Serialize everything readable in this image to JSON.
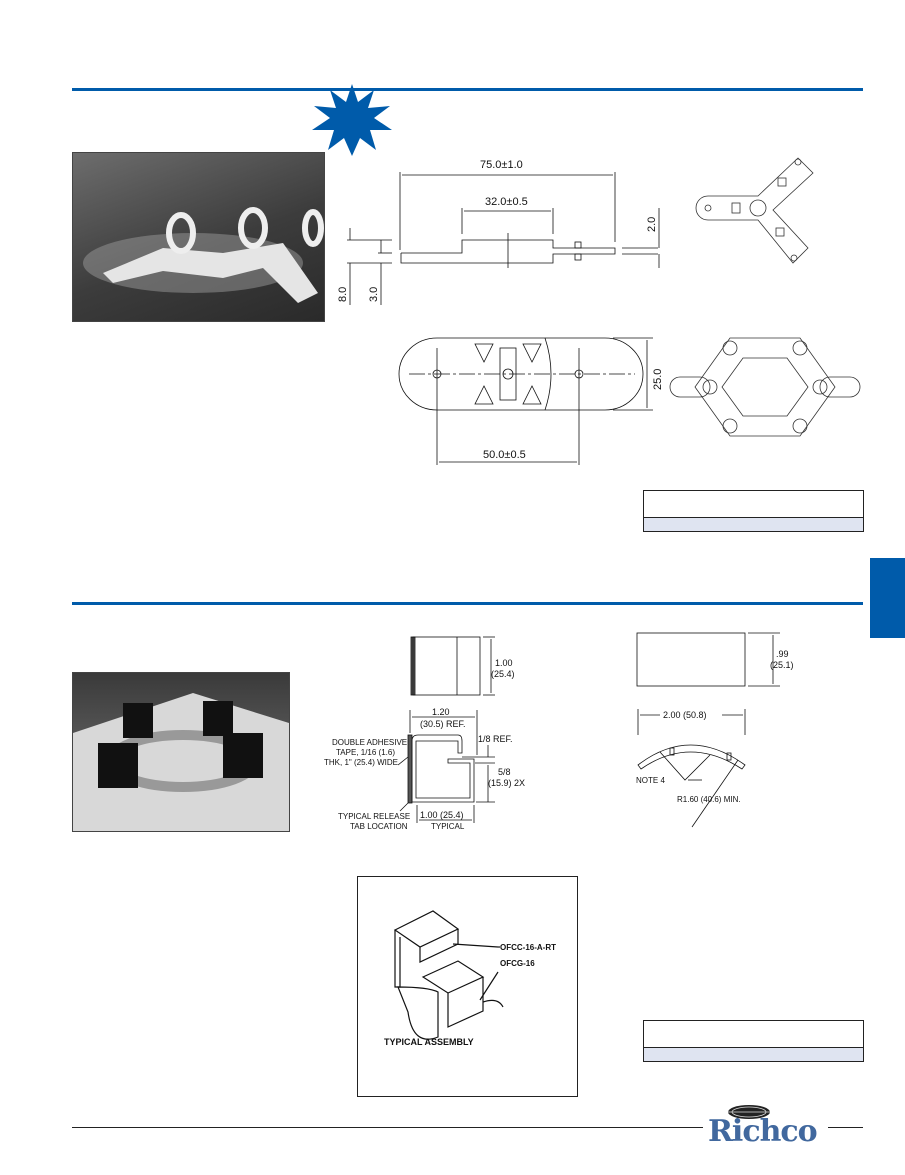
{
  "colors": {
    "accent": "#005baa",
    "table_row": "#dfe4f1"
  },
  "section1": {
    "new_badge_icon": "starburst-icon",
    "side_view": {
      "overall_length": "75.0±1.0",
      "step_length": "32.0±0.5",
      "tab_thickness": "2.0",
      "height": "8.0",
      "base_thickness": "3.0"
    },
    "top_view": {
      "width": "25.0",
      "hole_spacing": "50.0±0.5"
    }
  },
  "section2": {
    "front_view": {
      "height": "1.00",
      "height_mm": "(25.4)"
    },
    "profile_view": {
      "width": "1.20",
      "width_ref": "(30.5) REF.",
      "tape_note_1": "DOUBLE ADHESIVE",
      "tape_note_2": "TAPE, 1/16 (1.6)",
      "tape_note_3": "THK, 1\" (25.4) WIDE",
      "gap_ref": "1/8 REF.",
      "lip": "5/8",
      "lip_mm": "(15.9) 2X",
      "release_1": "TYPICAL RELEASE",
      "release_2": "TAB LOCATION",
      "base": "1.00 (25.4)",
      "base_note": "TYPICAL"
    },
    "guide_front": {
      "height": ".99",
      "height_mm": "(25.1)"
    },
    "guide_profile": {
      "width": "2.00 (50.8)",
      "note": "NOTE 4",
      "radius": "R1.60 (40.6) MIN."
    },
    "assembly": {
      "part_a": "OFCC-16-A-RT",
      "part_b": "OFCG-16",
      "caption": "TYPICAL ASSEMBLY"
    }
  },
  "footer": {
    "logo": "Richco"
  }
}
